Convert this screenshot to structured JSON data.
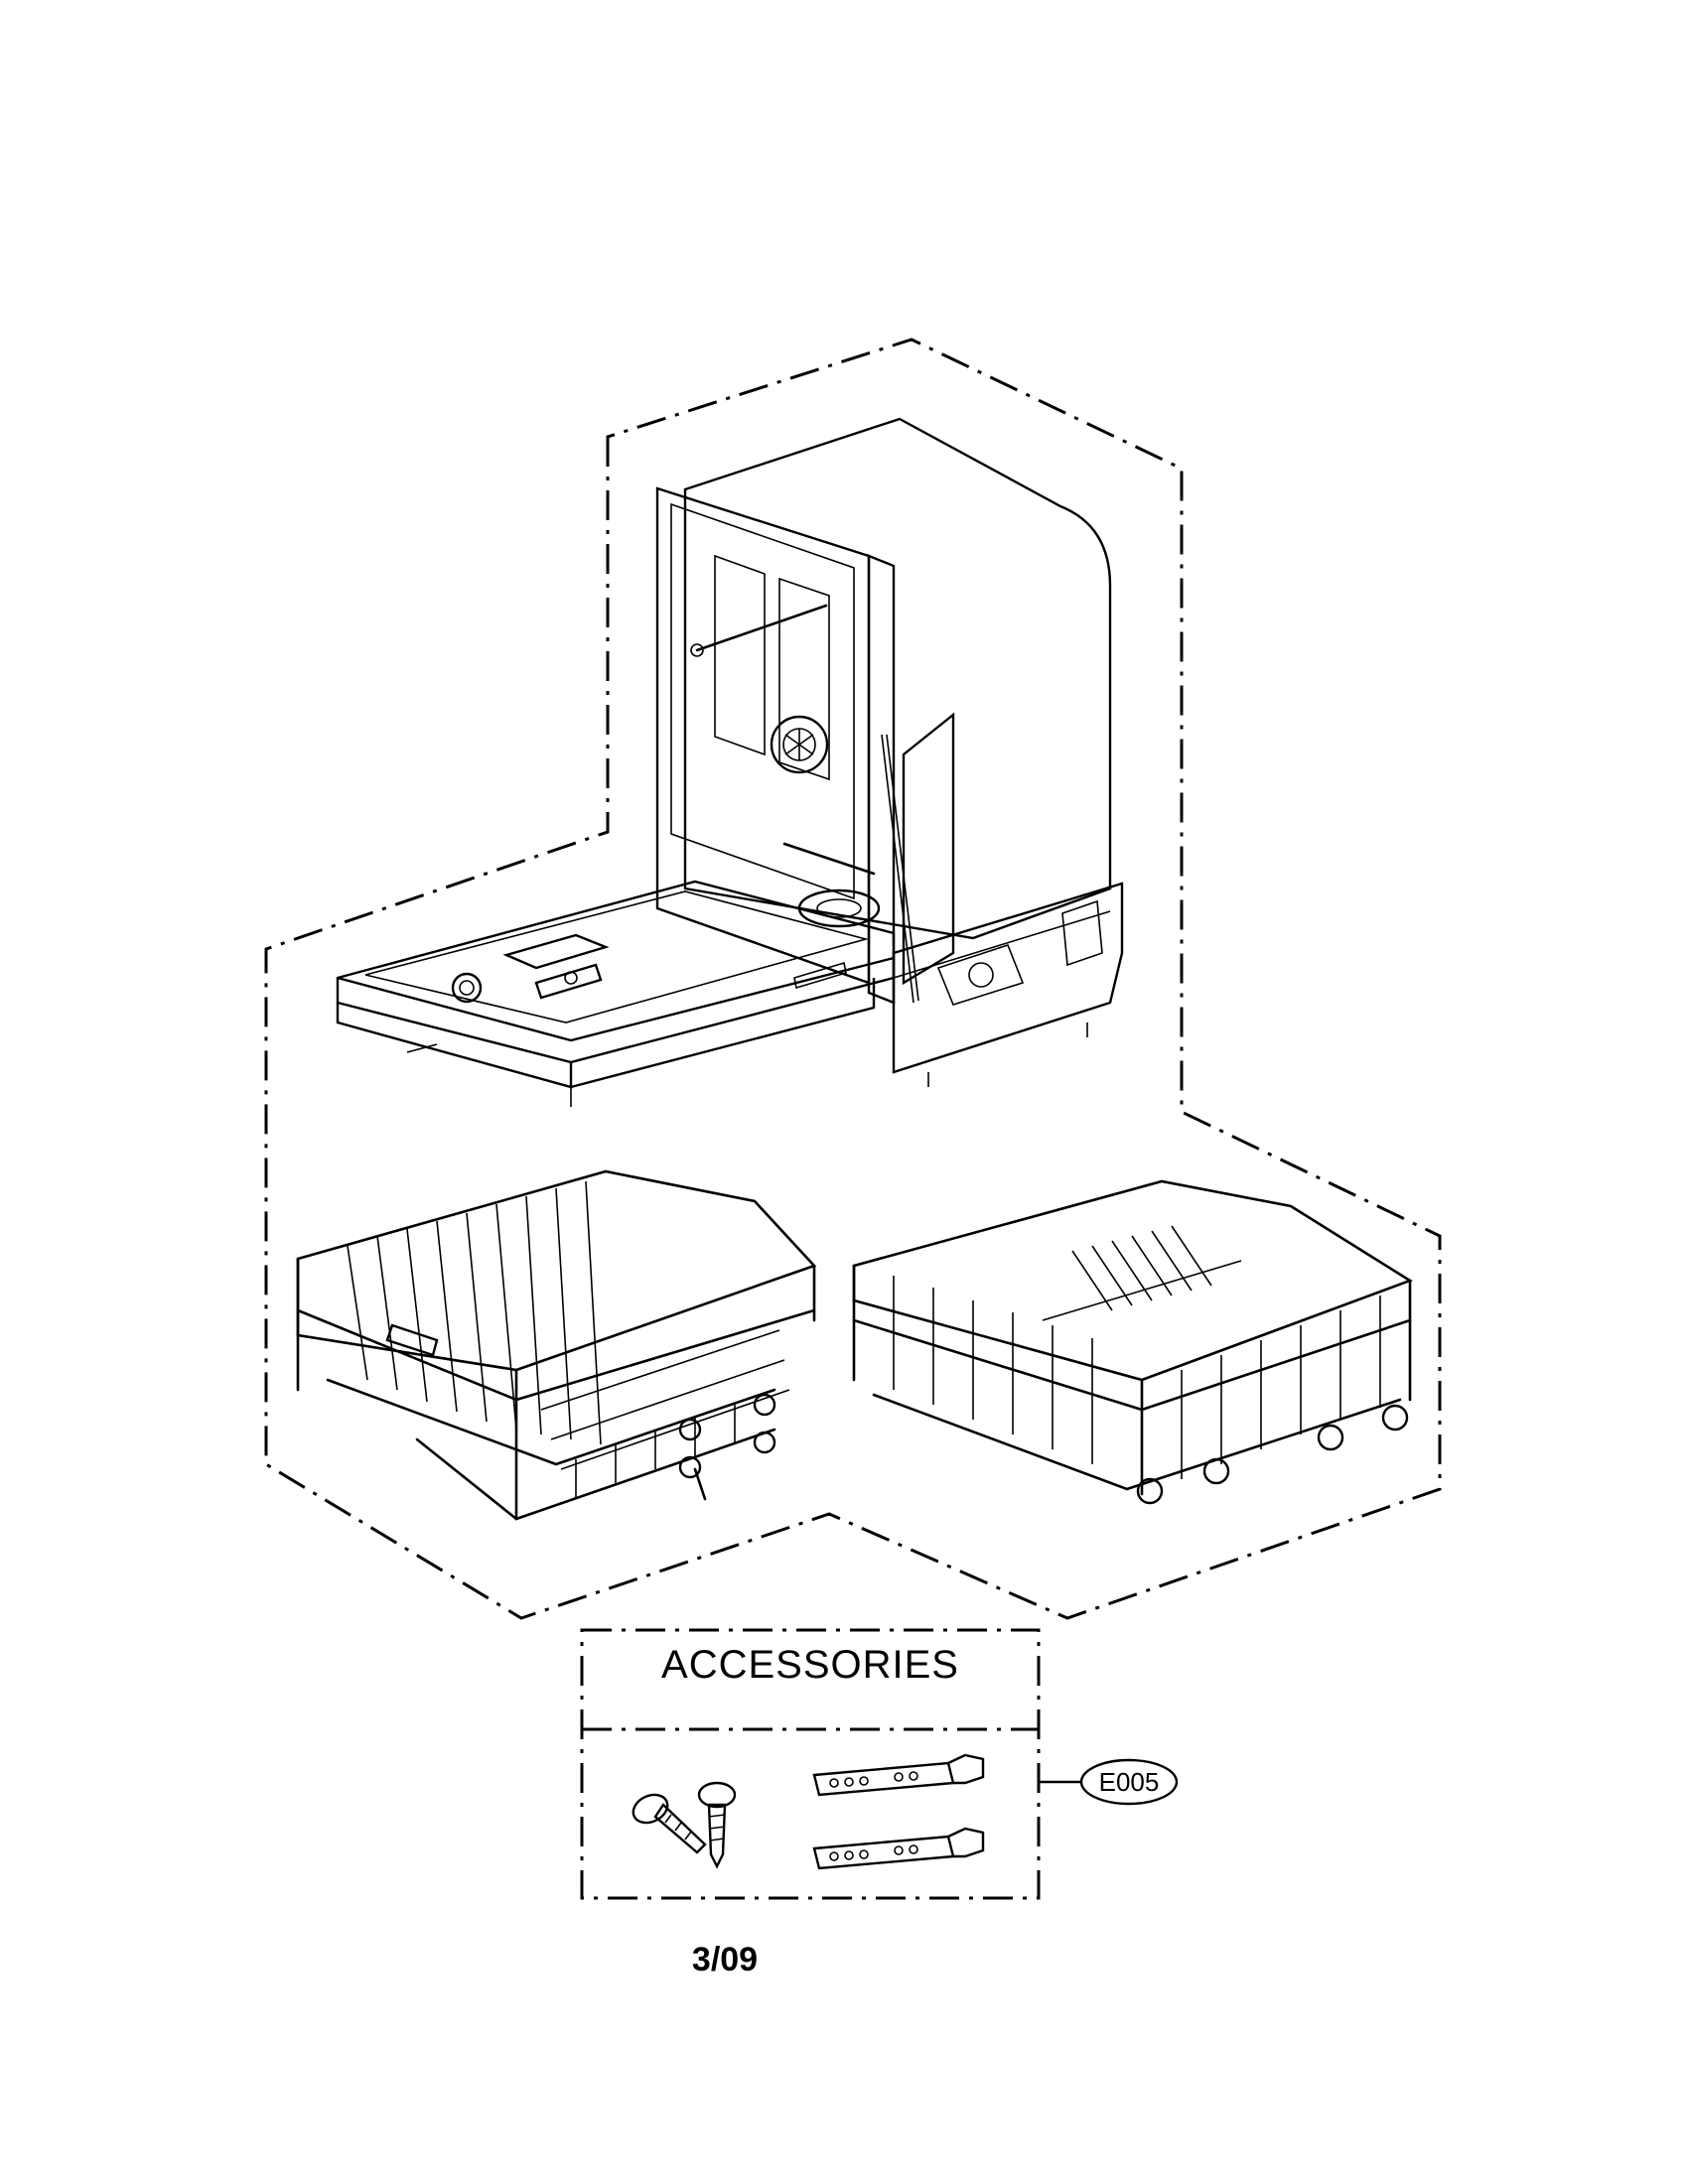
{
  "accessories": {
    "title": "ACCESSORIES",
    "items": [
      "screw-icon",
      "screw-icon",
      "mounting-bracket-icon",
      "mounting-bracket-icon"
    ]
  },
  "reference": {
    "code": "E005"
  },
  "footer": {
    "page": "3/09"
  }
}
